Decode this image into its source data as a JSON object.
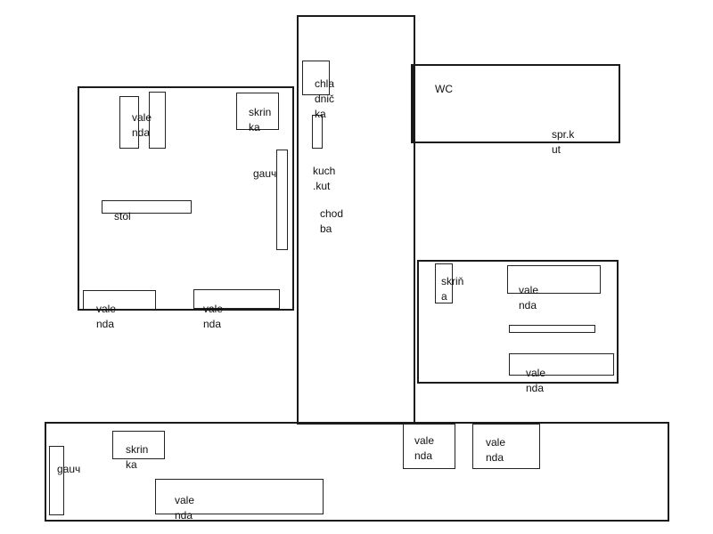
{
  "diagram": {
    "title": "",
    "rooms": {
      "corridor": {
        "label_kitchen": "kuch\n.kut",
        "label_hall": "chod\nba"
      },
      "wc": {
        "label": "WC",
        "corner_label": "spr.k\nut"
      },
      "left_room": {},
      "right_room": {},
      "bottom_room": {}
    },
    "furniture": {
      "left_wardrobe_tall_1": {
        "label": "vale\nnda"
      },
      "left_cabinet": {
        "label": "skrin\nka"
      },
      "left_gauch": {
        "label": "gauч"
      },
      "left_table": {
        "label": "stol"
      },
      "left_bottom_1": {
        "label": "vale\nnda"
      },
      "left_bottom_2": {
        "label": "vale\nnda"
      },
      "corridor_fridge": {
        "label": "chla\ndnič\nka"
      },
      "right_cabinet": {
        "label": "skriň\na"
      },
      "right_top": {
        "label": "vale\nnda"
      },
      "right_bottom": {
        "label": "vale\nnda"
      },
      "bottom_gauch": {
        "label": "gauч"
      },
      "bottom_cabinet": {
        "label": "skrin\nka"
      },
      "bottom_wide": {
        "label": "vale\nnda"
      },
      "bottom_center_1": {
        "label": "vale\nnda"
      },
      "bottom_center_2": {
        "label": "vale\nnda"
      }
    }
  }
}
